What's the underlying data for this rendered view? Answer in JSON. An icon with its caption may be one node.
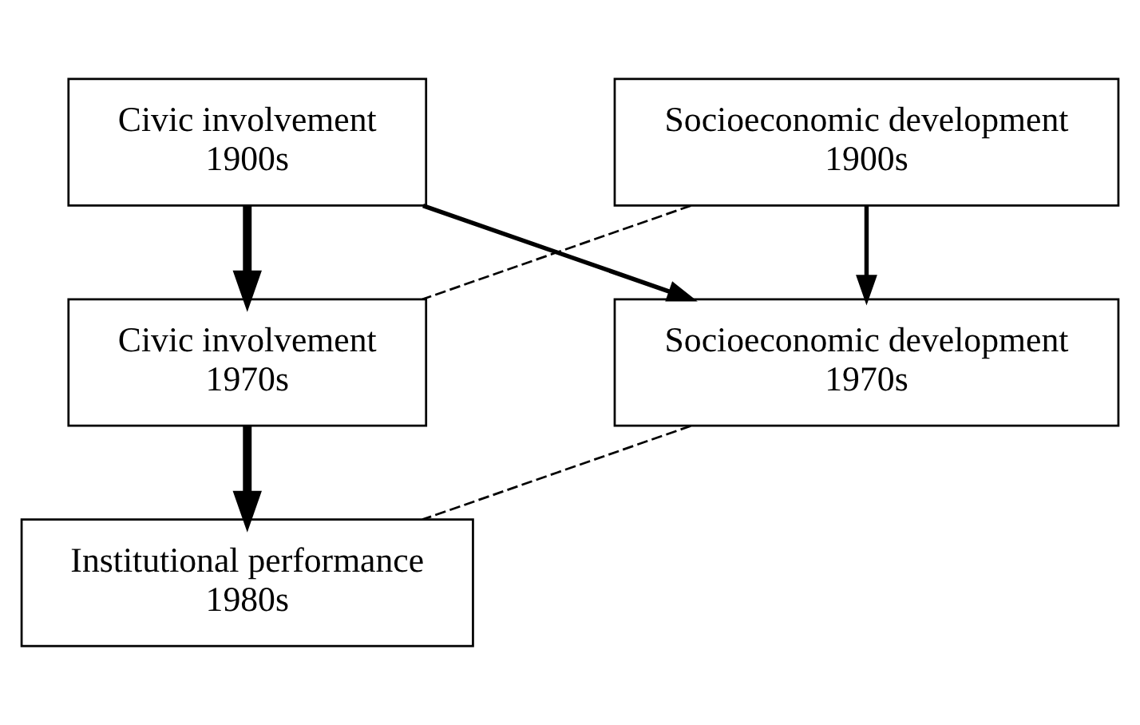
{
  "diagram": {
    "nodes": [
      {
        "text": [
          "Civic involvement",
          "1900s"
        ]
      },
      {
        "text": [
          "Socioeconomic development",
          "1900s"
        ]
      },
      {
        "text": [
          "Civic involvement",
          "1970s"
        ]
      },
      {
        "text": [
          "Socioeconomic development",
          "1970s"
        ]
      },
      {
        "text": [
          "Institutional performance",
          "1980s"
        ]
      }
    ],
    "edges": [
      {
        "from": 0,
        "to": 2,
        "arrow": "to",
        "style": "thick"
      },
      {
        "from": 0,
        "to": 3,
        "arrow": "to"
      },
      {
        "from": 1,
        "to": 3,
        "arrow": "to"
      },
      {
        "from": 1,
        "to": 2,
        "arrow": "none",
        "style": "dashed"
      },
      {
        "from": 2,
        "to": 4,
        "arrow": "to",
        "style": "thick"
      },
      {
        "from": 3,
        "to": 4,
        "arrow": "none",
        "style": "dashed"
      }
    ]
  }
}
